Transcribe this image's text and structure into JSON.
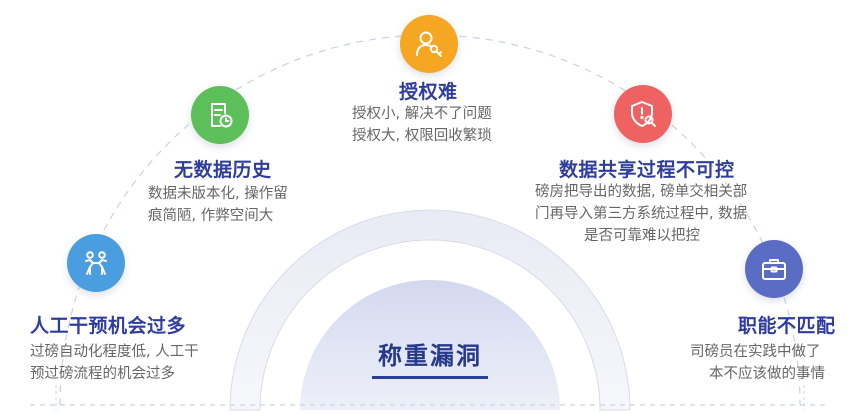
{
  "center": {
    "title": "称重漏洞"
  },
  "items": [
    {
      "id": "auth",
      "title": "授权难",
      "desc": [
        "授权小, 解决不了问题",
        "授权大, 权限回收繁琐"
      ],
      "icon": "user-key-icon",
      "color": "#f5a623"
    },
    {
      "id": "history",
      "title": "无数据历史",
      "desc": [
        "数据未版本化, 操作留",
        "痕简陋, 作弊空间大"
      ],
      "icon": "document-clock-icon",
      "color": "#5cbf5a"
    },
    {
      "id": "share",
      "title": "数据共享过程不可控",
      "desc": [
        "磅房把导出的数据, 磅单交相关部",
        "门再导入第三方系统过程中, 数据",
        "是否可靠难以把控"
      ],
      "icon": "shield-search-icon",
      "color": "#ef6262"
    },
    {
      "id": "manual",
      "title": "人工干预机会过多",
      "desc": [
        "过磅自动化程度低, 人工干",
        "预过磅流程的机会过多"
      ],
      "icon": "people-icon",
      "color": "#4a9ee0"
    },
    {
      "id": "role",
      "title": "职能不匹配",
      "desc": [
        "司磅员在实践中做了",
        "本不应该做的事情"
      ],
      "icon": "briefcase-icon",
      "color": "#5b6cc4"
    }
  ]
}
